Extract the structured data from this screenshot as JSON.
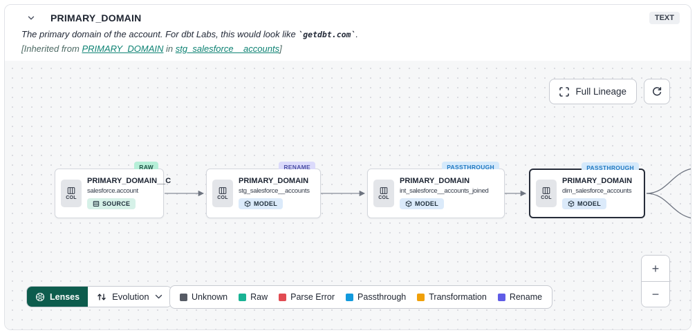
{
  "header": {
    "title": "PRIMARY_DOMAIN",
    "type_badge": "TEXT",
    "description": {
      "prefix": "The primary domain of the account. For dbt Labs, this would look like ",
      "code": "`getdbt.com`",
      "suffix": "."
    },
    "inherited": {
      "prefix": "[Inherited from ",
      "link_column": "PRIMARY_DOMAIN",
      "middle": " in ",
      "link_model": "stg_salesforce__accounts",
      "suffix": "]",
      "link_color": "#0d8273"
    }
  },
  "toolbar": {
    "full_lineage_label": "Full Lineage"
  },
  "graph": {
    "nodes": [
      {
        "badge": "RAW",
        "badge_bg": "#b6efd8",
        "badge_fg": "#1d5244",
        "title": "PRIMARY_DOMAIN__C",
        "subtitle": "salesforce.account",
        "col_label": "COL",
        "type": "SOURCE"
      },
      {
        "badge": "RENAME",
        "badge_bg": "#dbdafb",
        "badge_fg": "#4b4ea5",
        "title": "PRIMARY_DOMAIN",
        "subtitle": "stg_salesforce__accounts",
        "col_label": "COL",
        "type": "MODEL"
      },
      {
        "badge": "PASSTHROUGH",
        "badge_bg": "#d4e9fb",
        "badge_fg": "#1f78c1",
        "title": "PRIMARY_DOMAIN",
        "subtitle": "int_salesforce__accounts_joined",
        "col_label": "COL",
        "type": "MODEL"
      },
      {
        "badge": "PASSTHROUGH",
        "badge_bg": "#d4e9fb",
        "badge_fg": "#1f78c1",
        "title": "PRIMARY_DOMAIN",
        "subtitle": "dim_salesforce_accounts",
        "col_label": "COL",
        "type": "MODEL"
      }
    ]
  },
  "lenses": {
    "button_label": "Lenses",
    "button_bg": "#0d5c4d",
    "selected_lens": "Evolution"
  },
  "legend": {
    "items": [
      {
        "label": "Unknown",
        "color": "#565b65"
      },
      {
        "label": "Raw",
        "color": "#19b394"
      },
      {
        "label": "Parse Error",
        "color": "#e14b52"
      },
      {
        "label": "Passthrough",
        "color": "#129add"
      },
      {
        "label": "Transformation",
        "color": "#f0a009"
      },
      {
        "label": "Rename",
        "color": "#5f5ce6"
      }
    ]
  },
  "zoom_controls": {
    "zoom_in": "+",
    "zoom_out": "−"
  }
}
